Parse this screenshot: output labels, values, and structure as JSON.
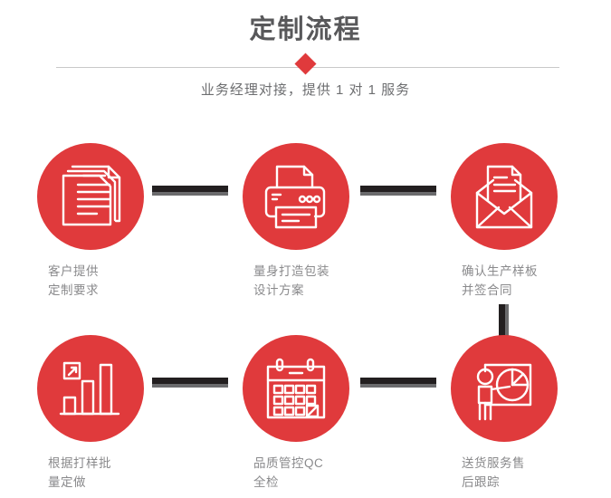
{
  "header": {
    "title": "定制流程",
    "subtitle": "业务经理对接，提供 1 对 1 服务",
    "divider_icon": "diamond-marker"
  },
  "theme": {
    "accent_red": "#e03a3c",
    "title_gray": "#58585a",
    "caption_gray": "#8a8a8c",
    "connector_black": "#231f20",
    "connector_shadow": "#6b6b6d",
    "divider_gray": "#c9c9c9",
    "background": "#ffffff"
  },
  "steps": [
    {
      "index": "1",
      "icon": "documents-stack-icon",
      "caption": "客户提供\n定制要求"
    },
    {
      "index": "2",
      "icon": "printer-icon",
      "caption": "量身打造包装\n设计方案"
    },
    {
      "index": "3",
      "icon": "envelope-document-icon",
      "caption": "确认生产样板\n并签合同"
    },
    {
      "index": "4",
      "icon": "bar-chart-growth-icon",
      "caption": "根据打样批\n量定做"
    },
    {
      "index": "5",
      "icon": "calendar-check-icon",
      "caption": "品质管控QC\n全检"
    },
    {
      "index": "6",
      "icon": "presenter-pie-chart-icon",
      "caption": "送货服务售\n后跟踪"
    }
  ],
  "connectors": [
    {
      "name": "connector-step1-step2",
      "orientation": "horizontal"
    },
    {
      "name": "connector-step2-step3",
      "orientation": "horizontal"
    },
    {
      "name": "connector-step4-step5",
      "orientation": "horizontal"
    },
    {
      "name": "connector-step5-step6",
      "orientation": "horizontal"
    },
    {
      "name": "connector-step3-step6",
      "orientation": "vertical"
    }
  ]
}
